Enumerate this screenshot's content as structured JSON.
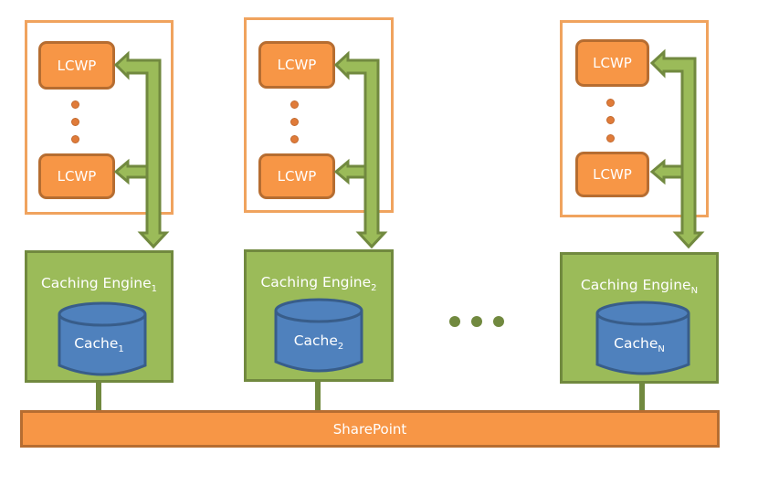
{
  "diagram": {
    "title": "SharePoint caching engine architecture",
    "colors": {
      "lcwp_fill": "#f79646",
      "lcwp_border": "#b66d31",
      "engine_fill": "#9bbb59",
      "engine_border": "#71893f",
      "cache_fill": "#4f81bd",
      "cache_border": "#385d8a",
      "outer_border": "#f0a35e"
    },
    "nodes": [
      {
        "lcwp_top": "LCWP",
        "lcwp_bottom": "LCWP",
        "engine_label": "Caching Engine",
        "engine_sub": "1",
        "cache_label": "Cache",
        "cache_sub": "1"
      },
      {
        "lcwp_top": "LCWP",
        "lcwp_bottom": "LCWP",
        "engine_label": "Caching Engine",
        "engine_sub": "2",
        "cache_label": "Cache",
        "cache_sub": "2"
      },
      {
        "lcwp_top": "LCWP",
        "lcwp_bottom": "LCWP",
        "engine_label": "Caching Engine",
        "engine_sub": "N",
        "cache_label": "Cache",
        "cache_sub": "N"
      }
    ],
    "ellipsis_icon": "horizontal-ellipsis",
    "vertical_ellipsis_icon": "vertical-ellipsis",
    "bus_label": "SharePoint"
  }
}
